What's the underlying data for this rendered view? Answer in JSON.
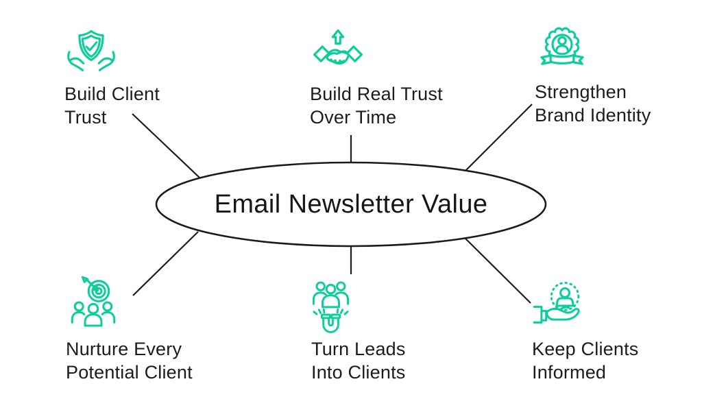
{
  "diagram": {
    "title": "Email Newsletter Value",
    "background_color": "#ffffff",
    "accent_color": "#0bce9b",
    "line_color": "#1b1b1b",
    "text_color": "#1c1c1c",
    "nodes": [
      {
        "id": "build-client-trust",
        "position": "top-left",
        "icon": "shield-in-hands-icon",
        "line1": "Build Client",
        "line2": "Trust"
      },
      {
        "id": "build-real-trust-over-time",
        "position": "top-center",
        "icon": "handshake-growth-icon",
        "line1": "Build Real Trust",
        "line2": "Over Time"
      },
      {
        "id": "strengthen-brand-identity",
        "position": "top-right",
        "icon": "award-badge-person-icon",
        "line1": "Strengthen",
        "line2": "Brand Identity"
      },
      {
        "id": "nurture-every-potential-client",
        "position": "bottom-left",
        "icon": "target-audience-icon",
        "line1": "Nurture Every",
        "line2": "Potential Client"
      },
      {
        "id": "turn-leads-into-clients",
        "position": "bottom-center",
        "icon": "lead-magnet-icon",
        "line1": "Turn Leads",
        "line2": "Into Clients"
      },
      {
        "id": "keep-clients-informed",
        "position": "bottom-right",
        "icon": "hand-presenting-client-icon",
        "line1": "Keep Clients",
        "line2": "Informed"
      }
    ]
  }
}
